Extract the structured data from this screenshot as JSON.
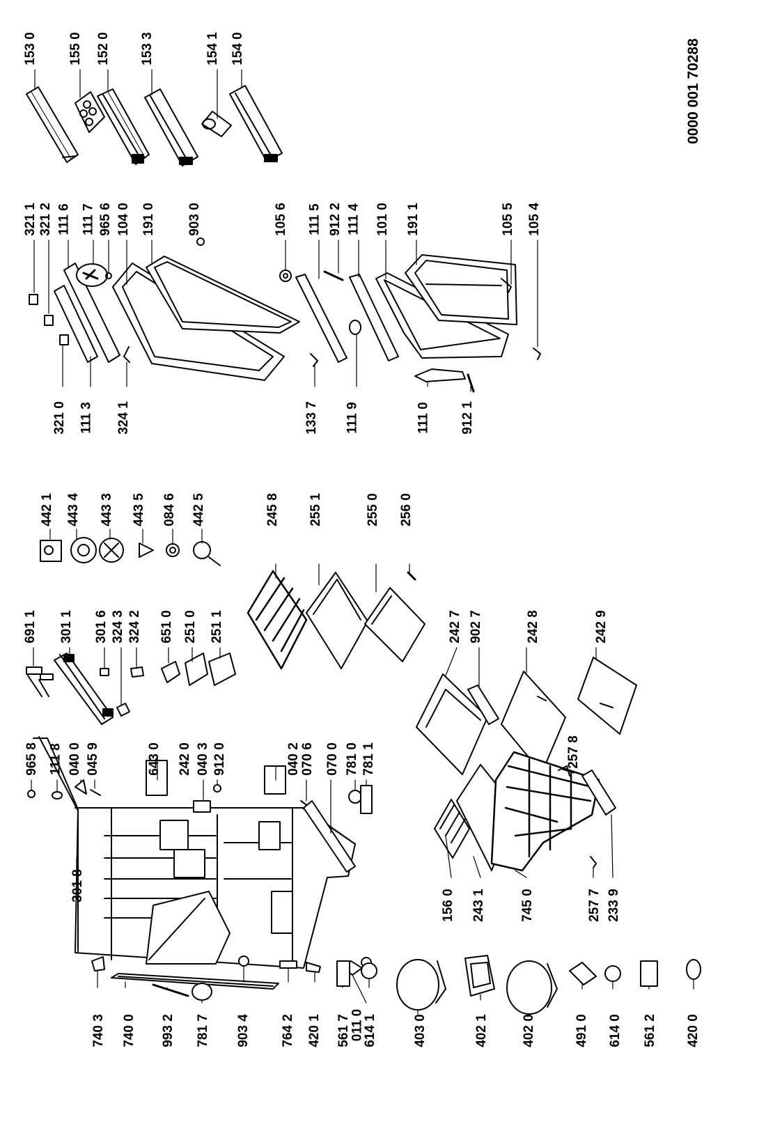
{
  "document_number": "0000 001 70288",
  "labels": [
    "153 0",
    "155 0",
    "152 0",
    "153 3",
    "154 1",
    "154 0",
    "321 1",
    "321 2",
    "111 6",
    "111 7",
    "965 6",
    "104 0",
    "191 0",
    "903 0",
    "105 6",
    "111 5",
    "912 2",
    "111 4",
    "101 0",
    "191 1",
    "105 5",
    "105 4",
    "321 0",
    "111 3",
    "324 1",
    "133 7",
    "111 9",
    "111 0",
    "912 1",
    "442 1",
    "443 4",
    "443 3",
    "443 5",
    "084 6",
    "442 5",
    "245 8",
    "255 1",
    "255 0",
    "256 0",
    "691 1",
    "301 1",
    "301 6",
    "324 3",
    "324 2",
    "651 0",
    "251 0",
    "251 1",
    "242 7",
    "902 7",
    "242 8",
    "242 9",
    "965 8",
    "111 8",
    "040 0",
    "045 9",
    "643 0",
    "242 0",
    "040 3",
    "912 0",
    "040 2",
    "070 6",
    "070 0",
    "781 0",
    "781 1",
    "257 8",
    "301 8",
    "011 0",
    "156 0",
    "243 1",
    "745 0",
    "257 7",
    "233 9",
    "740 3",
    "740 0",
    "993 2",
    "781 7",
    "903 4",
    "764 2",
    "420 1",
    "561 7",
    "614 1",
    "403 0",
    "402 1",
    "402 0",
    "491 0",
    "614 0",
    "561 2",
    "420 0"
  ]
}
